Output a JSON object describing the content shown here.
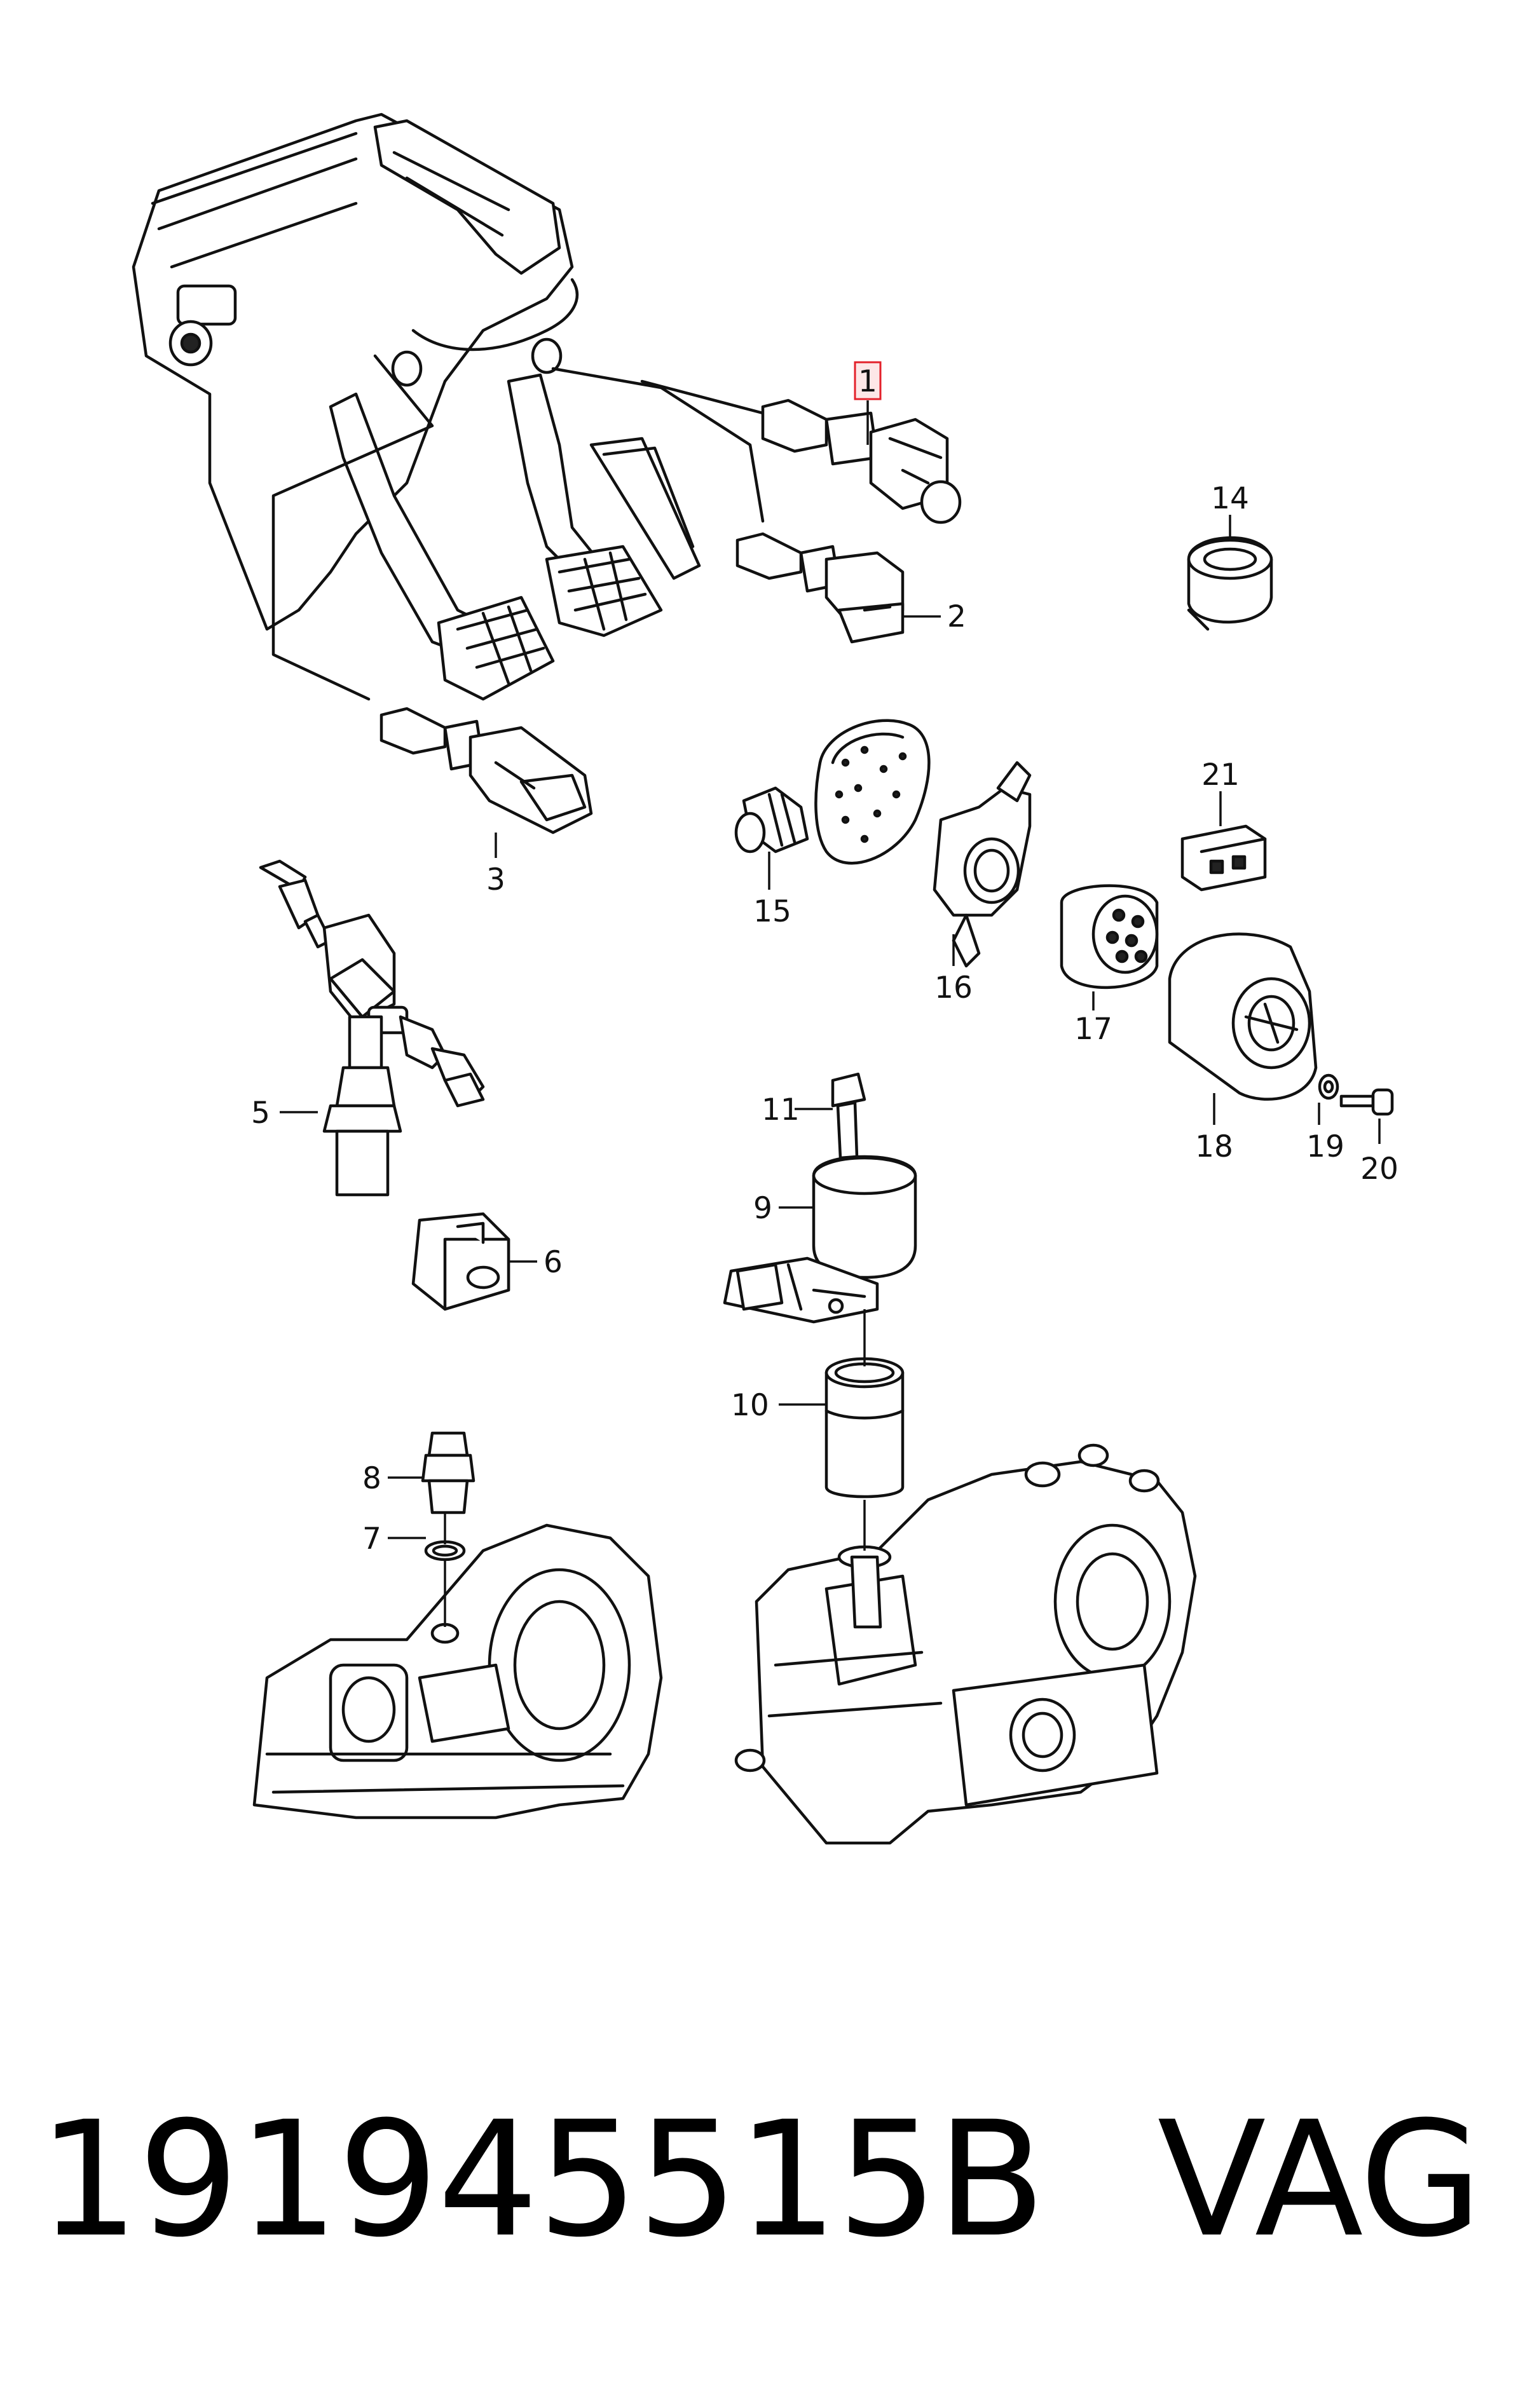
{
  "diagram": {
    "callouts": [
      "1",
      "2",
      "3",
      "5",
      "6",
      "7",
      "8",
      "9",
      "10",
      "11",
      "14",
      "15",
      "16",
      "17",
      "18",
      "19",
      "20",
      "21"
    ],
    "highlighted_callout": "1",
    "highlight_color": "#e3202a"
  },
  "footer": {
    "part_number": "191945515B",
    "brand": "VAG"
  }
}
